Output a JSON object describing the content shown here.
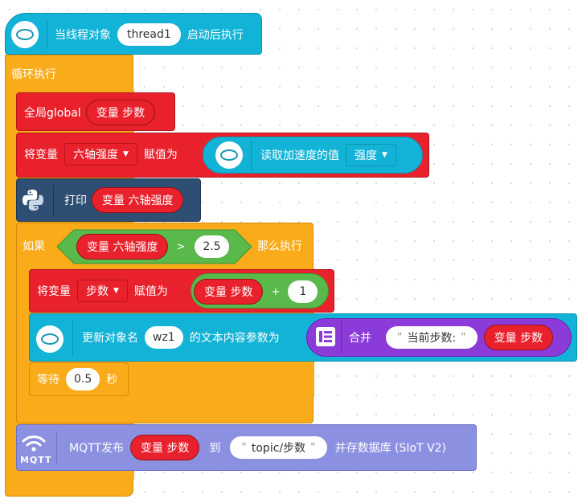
{
  "thread": {
    "label1": "当线程对象",
    "name": "thread1",
    "label2": "启动后执行"
  },
  "loop": {
    "label": "循环执行"
  },
  "global_block": {
    "label": "全局global",
    "var": "变量 步数"
  },
  "set_accel": {
    "label1": "将变量",
    "var": "六轴强度",
    "label2": "赋值为",
    "read_label": "读取加速度的值",
    "option": "强度"
  },
  "print_block": {
    "label": "打印",
    "var": "变量 六轴强度"
  },
  "if_block": {
    "label1": "如果",
    "var": "变量 六轴强度",
    "op": ">",
    "value": "2.5",
    "label2": "那么执行"
  },
  "set_step": {
    "label1": "将变量",
    "var": "步数",
    "label2": "赋值为",
    "var2": "变量 步数",
    "op": "+",
    "value": "1"
  },
  "update_block": {
    "label1": "更新对象名",
    "obj": "wz1",
    "label2": "的文本内容参数为",
    "merge": "合并",
    "str": "当前步数:",
    "var": "变量 步数"
  },
  "wait_block": {
    "label1": "等待",
    "value": "0.5",
    "label2": "秒"
  },
  "mqtt_block": {
    "icon_label": "MQTT",
    "label1": "MQTT发布",
    "var": "变量 步数",
    "label2": "到",
    "topic": "topic/步数",
    "label3": "并存数据库 (SIoT V2)"
  },
  "colors": {
    "thread": "#12b3d6",
    "control": "#f9ab19",
    "variable": "#e8212d",
    "python": "#2e4f73",
    "operator": "#59b94a",
    "mqtt": "#8c90e0",
    "text": "#8a3bd8"
  }
}
